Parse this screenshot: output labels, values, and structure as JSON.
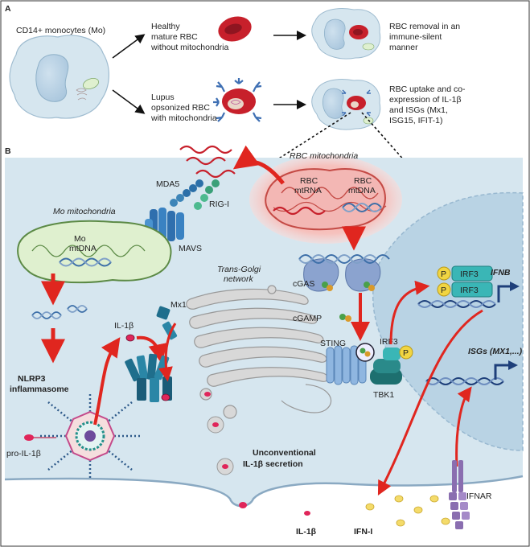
{
  "panels": {
    "a": "A",
    "b": "B"
  },
  "panel_a": {
    "monocyte_label": "CD14+ monocytes (Mo)",
    "healthy": [
      "Healthy",
      "mature RBC",
      "without mitochondria"
    ],
    "lupus": [
      "Lupus",
      "opsonized RBC",
      "with mitochondria"
    ],
    "removal": [
      "RBC removal in an",
      "immune-silent",
      "manner"
    ],
    "uptake": [
      "RBC uptake and co-",
      "expression of IL-1β",
      "and ISGs (Mx1,",
      "ISG15, IFIT-1)"
    ]
  },
  "panel_b": {
    "rbc_mito": "RBC mitochondria",
    "rbc_mtrna": [
      "RBC",
      "mtRNA"
    ],
    "rbc_mtdna": [
      "RBC",
      "mtDNA"
    ],
    "mda5": "MDA5",
    "rigi": "RIG-I",
    "mavs": "MAVS",
    "mo_mito": "Mo mitochondria",
    "mo_mtdna": [
      "Mo",
      "mtDNA"
    ],
    "tgn": [
      "Trans-Golgi",
      "network"
    ],
    "mx1": "Mx1",
    "il1b": "IL-1β",
    "nlrp3": [
      "NLRP3",
      "inflammasome"
    ],
    "pro_il1b": "pro-IL-1β",
    "cgas": "cGAS",
    "cgamp": "cGAMP",
    "sting": "STING",
    "irf3": "IRF3",
    "tbk1": "TBK1",
    "p": "P",
    "ifnb": "IFNB",
    "isgs_pre": "ISGs (",
    "isgs_mx1": "MX1",
    "isgs_post": ",...)",
    "unconv": [
      "Unconventional",
      "IL-1β secretion"
    ],
    "ifnar": "IFNAR",
    "il1b_out": "IL-1β",
    "ifni": "IFN-I"
  },
  "colors": {
    "red_arrow": "#e0261f",
    "cell_fill": "#d6e6ef",
    "nucleus": "#b9d3e4",
    "mito_green": "#dff0cf",
    "mito_pink": "#f3b7b4",
    "rbc": "#c7202b",
    "irf3": "#3ab6b6",
    "phospho": "#f1d542",
    "sting": "#8fb6e0",
    "tbk1": "#1d6f6f",
    "dna": "#3d6fa8",
    "ifnar": "#8a6eb0",
    "ifn": "#f4db6a"
  }
}
